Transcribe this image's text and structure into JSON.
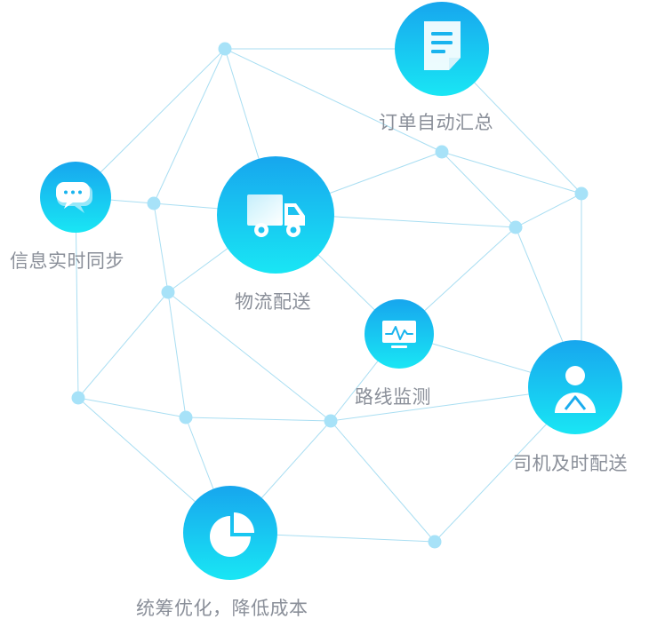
{
  "labels": {
    "order": "订单自动汇总",
    "info": "信息实时同步",
    "logistics": "物流配送",
    "route": "路线监测",
    "driver": "司机及时配送",
    "plan": "统筹优化，降低成本"
  },
  "colors": {
    "line": "#a9def2",
    "small_node": "#a7e2f8",
    "gradient_top": "#17a6ee",
    "gradient_bottom": "#19e6f4",
    "label": "#8a8f99",
    "icon": "#ffffff"
  },
  "icons": {
    "order": "document-icon",
    "info": "chat-icon",
    "logistics": "truck-icon",
    "route": "monitor-icon",
    "driver": "driver-icon",
    "plan": "pie-chart-icon"
  }
}
